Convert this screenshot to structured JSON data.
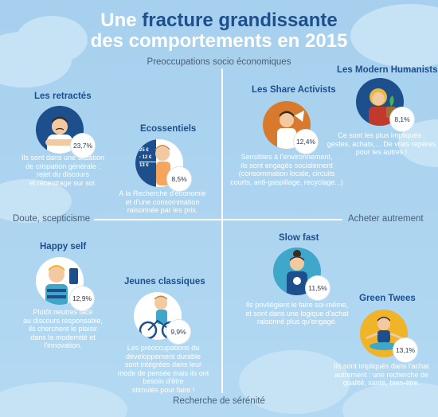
{
  "title": {
    "line1_pre": "Une ",
    "line1_highlight": "fracture grandissante",
    "line2": "des comportements en 2015"
  },
  "axes": {
    "top": "Preoccupations socio économiques",
    "left": "Doute, scepticisme",
    "right": "Acheter autrement",
    "bottom": "Recherche de sérénité"
  },
  "segments": [
    {
      "key": "retractes",
      "title": "Les retractés",
      "percent": "23,7%",
      "description": "Ils sont dans une situation\nde crispation générale :\nrejet du discours\net recentrage sur soi."
    },
    {
      "key": "ecossentiels",
      "title": "Ecossentiels",
      "percent": "8,5%",
      "description": "A la Recherche d'économie\net d'une consommation\nraisonnée par les prix.",
      "card": [
        "25 €",
        "- 12 €",
        "13 €"
      ]
    },
    {
      "key": "share",
      "title": "Les Share Activists",
      "percent": "12,4%",
      "description": "Sensibles à l'environnement,\nils sont engagés socialement\n(consommation locale, circuits\ncourts, anti-gaspillage, recyclage...)"
    },
    {
      "key": "humanists",
      "title": "Les Modern Humanists",
      "percent": "8,1%",
      "description": "Ce sont les plus impliqués :\ngestes, achats,... De vrais repères\npour les autres !"
    },
    {
      "key": "happy",
      "title": "Happy self",
      "percent": "12,9%",
      "description": "Plutôt neutres face\nau discours responsable,\nils cherchent le plaisir\ndans la modernité et l'innovation."
    },
    {
      "key": "jeunes",
      "title": "Jeunes classiques",
      "percent": "9,9%",
      "description": "Les préoccupations du\ndéveloppement durable\nsont intégrées dans leur\nmode de pensée mais ils ont\nbesoin d'être\nstimulés pour faire !"
    },
    {
      "key": "slow",
      "title": "Slow fast",
      "percent": "11,5%",
      "description": "Ils privilégient le faire soi-même,\net sont dans une logique d'achat\nraisonné plus qu'engagé."
    },
    {
      "key": "green",
      "title": "Green Twees",
      "percent": "13,1%",
      "description": "Ils sont impliqués dans l'achat\nautrement : une recherche de\nqualité, santé, bien-être."
    }
  ],
  "colors": {
    "background": "#a9d3ef",
    "title_white": "#ffffff",
    "title_highlight": "#1d4f8d",
    "segment_title": "#1d4f8d",
    "axis_label": "#4a5d74"
  },
  "icons": [
    "person-crossed-arms-icon",
    "person-calculating-icon",
    "person-recycling-icon",
    "person-with-plant-icon",
    "person-with-phone-icon",
    "person-cycling-icon",
    "person-with-camera-icon",
    "person-meditating-icon"
  ]
}
